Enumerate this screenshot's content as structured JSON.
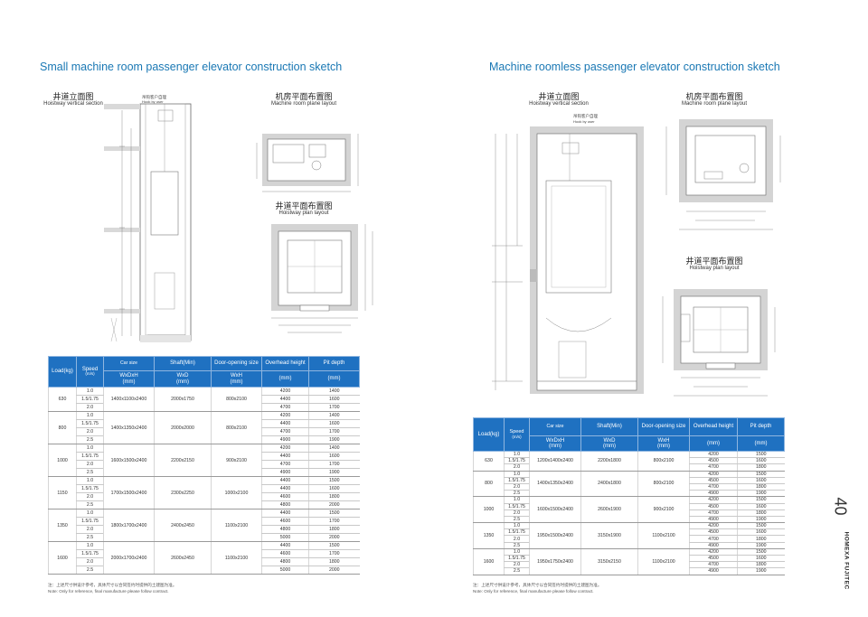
{
  "left": {
    "title": "Small machine room passenger elevator construction sketch",
    "section": {
      "cn": "井道立面图",
      "en": "Hoistway vertical section",
      "hook_cn": "吊钩客户自理",
      "hook_en": "Hook by user"
    },
    "machine": {
      "cn": "机房平面布置图",
      "en": "Machine room plane layout"
    },
    "plan": {
      "cn": "井道平面布置图",
      "en": "Hoistway plan layout"
    },
    "headers": {
      "load": "Load(kg)",
      "speed": "Speed",
      "speed_unit": "(m/s)",
      "car": "Car size",
      "car_sub": "WxDxH",
      "car_unit": "(mm)",
      "shaft": "Shaft(Min)",
      "shaft_sub": "WxD",
      "shaft_unit": "(mm)",
      "door": "Door-opening size",
      "door_sub": "WxH",
      "door_unit": "(mm)",
      "overhead": "Overhead height",
      "overhead_unit": "(mm)",
      "pit": "Pit depth",
      "pit_unit": "(mm)"
    },
    "groups": [
      {
        "load": "630",
        "car": "1400x1100x2400",
        "shaft": "2000x1750",
        "door": "800x2100",
        "rows": [
          [
            "1.0",
            "4200",
            "1400"
          ],
          [
            "1.5/1.75",
            "4400",
            "1600"
          ],
          [
            "2.0",
            "4700",
            "1700"
          ]
        ]
      },
      {
        "load": "800",
        "car": "1400x1350x2400",
        "shaft": "2000x2000",
        "door": "800x2100",
        "rows": [
          [
            "1.0",
            "4200",
            "1400"
          ],
          [
            "1.5/1.75",
            "4400",
            "1600"
          ],
          [
            "2.0",
            "4700",
            "1700"
          ],
          [
            "2.5",
            "4900",
            "1900"
          ]
        ]
      },
      {
        "load": "1000",
        "car": "1600x1500x2400",
        "shaft": "2200x2150",
        "door": "900x2100",
        "rows": [
          [
            "1.0",
            "4200",
            "1400"
          ],
          [
            "1.5/1.75",
            "4400",
            "1600"
          ],
          [
            "2.0",
            "4700",
            "1700"
          ],
          [
            "2.5",
            "4900",
            "1900"
          ]
        ]
      },
      {
        "load": "1150",
        "car": "1700x1500x2400",
        "shaft": "2300x2250",
        "door": "1000x2100",
        "rows": [
          [
            "1.0",
            "4400",
            "1500"
          ],
          [
            "1.5/1.75",
            "4400",
            "1600"
          ],
          [
            "2.0",
            "4600",
            "1800"
          ],
          [
            "2.5",
            "4800",
            "2000"
          ]
        ]
      },
      {
        "load": "1350",
        "car": "1800x1700x2400",
        "shaft": "2400x2450",
        "door": "1100x2100",
        "rows": [
          [
            "1.0",
            "4400",
            "1500"
          ],
          [
            "1.5/1.75",
            "4600",
            "1700"
          ],
          [
            "2.0",
            "4800",
            "1800"
          ],
          [
            "2.5",
            "5000",
            "2000"
          ]
        ]
      },
      {
        "load": "1600",
        "car": "2000x1700x2400",
        "shaft": "2600x2450",
        "door": "1100x2100",
        "rows": [
          [
            "1.0",
            "4400",
            "1500"
          ],
          [
            "1.5/1.75",
            "4600",
            "1700"
          ],
          [
            "2.0",
            "4800",
            "1800"
          ],
          [
            "2.5",
            "5000",
            "2000"
          ]
        ]
      }
    ],
    "note_cn": "注：上述尺寸供设计参考，具体尺寸以合同签约时提供的土建图为准。",
    "note_en": "Note: Only for reference, final manufacture please follow contract."
  },
  "right": {
    "title": "Machine roomless passenger elevator construction sketch",
    "section": {
      "cn": "井道立面图",
      "en": "Hoistway vertical section",
      "hook_cn": "吊钩客户自理",
      "hook_en": "Hook by user"
    },
    "machine": {
      "cn": "机房平面布置图",
      "en": "Machine room plane layout"
    },
    "plan": {
      "cn": "井道平面布置图",
      "en": "Hoistway plan layout"
    },
    "headers": {
      "load": "Load(kg)",
      "speed": "Speed",
      "speed_unit": "(m/s)",
      "car": "Car size",
      "car_sub": "WxDxH",
      "car_unit": "(mm)",
      "shaft": "Shaft(Min)",
      "shaft_sub": "WxD",
      "shaft_unit": "(mm)",
      "door": "Door-opening size",
      "door_sub": "WxH",
      "door_unit": "(mm)",
      "overhead": "Overhead height",
      "overhead_unit": "(mm)",
      "pit": "Pit depth",
      "pit_unit": "(mm)"
    },
    "groups": [
      {
        "load": "630",
        "car": "1200x1400x2400",
        "shaft": "2200x1800",
        "door": "800x2100",
        "rows": [
          [
            "1.0",
            "4200",
            "1500"
          ],
          [
            "1.5/1.75",
            "4500",
            "1600"
          ],
          [
            "2.0",
            "4700",
            "1800"
          ]
        ]
      },
      {
        "load": "800",
        "car": "1400x1350x2400",
        "shaft": "2400x1800",
        "door": "800x2100",
        "rows": [
          [
            "1.0",
            "4200",
            "1500"
          ],
          [
            "1.5/1.75",
            "4500",
            "1600"
          ],
          [
            "2.0",
            "4700",
            "1800"
          ],
          [
            "2.5",
            "4900",
            "1900"
          ]
        ]
      },
      {
        "load": "1000",
        "car": "1600x1500x2400",
        "shaft": "2600x1900",
        "door": "900x2100",
        "rows": [
          [
            "1.0",
            "4200",
            "1500"
          ],
          [
            "1.5/1.75",
            "4500",
            "1600"
          ],
          [
            "2.0",
            "4700",
            "1800"
          ],
          [
            "2.5",
            "4900",
            "1900"
          ]
        ]
      },
      {
        "load": "1350",
        "car": "1950x1500x2400",
        "shaft": "3150x1900",
        "door": "1100x2100",
        "rows": [
          [
            "1.0",
            "4200",
            "1500"
          ],
          [
            "1.5/1.75",
            "4500",
            "1600"
          ],
          [
            "2.0",
            "4700",
            "1800"
          ],
          [
            "2.5",
            "4900",
            "1900"
          ]
        ]
      },
      {
        "load": "1600",
        "car": "1950x1750x2400",
        "shaft": "3150x2150",
        "door": "1100x2100",
        "rows": [
          [
            "1.0",
            "4200",
            "1500"
          ],
          [
            "1.5/1.75",
            "4500",
            "1600"
          ],
          [
            "2.0",
            "4700",
            "1800"
          ],
          [
            "2.5",
            "4900",
            "1900"
          ]
        ]
      }
    ],
    "note_cn": "注：上述尺寸供设计参考，具体尺寸以合同签约时提供的土建图为准。",
    "note_en": "Note: Only for reference, final manufacture please follow contract."
  },
  "page_number": "40",
  "brand": "HOMEXA FUJITEC",
  "colors": {
    "title": "#1a78b4",
    "header_bg": "#1f71c1",
    "wall": "#d4d4d4",
    "line": "#555555"
  }
}
